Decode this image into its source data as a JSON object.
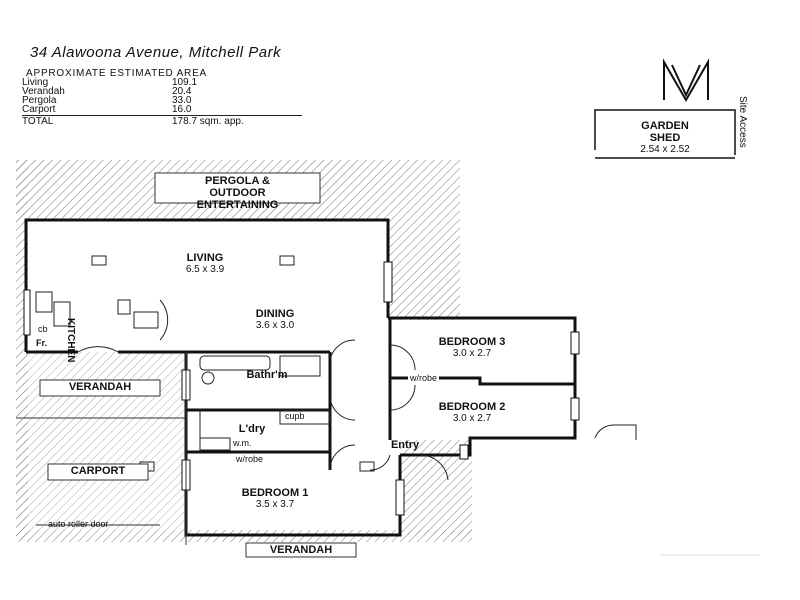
{
  "header": {
    "address": "34 Alawoona Avenue, Mitchell Park"
  },
  "areas": {
    "heading": "APPROXIMATE ESTIMATED AREA",
    "rows": [
      {
        "name": "Living",
        "value": "109.1"
      },
      {
        "name": "Verandah",
        "value": "20.4"
      },
      {
        "name": "Pergola",
        "value": "33.0"
      },
      {
        "name": "Carport",
        "value": "16.0"
      }
    ],
    "total_label": "TOTAL",
    "total_value": "178.7 sqm. app."
  },
  "outbuilding": {
    "shed_line1": "GARDEN",
    "shed_line2": "SHED",
    "shed_dims": "2.54 x 2.52",
    "site_access": "Site Access"
  },
  "rooms": {
    "pergola_line1": "PERGOLA &",
    "pergola_line2": "OUTDOOR",
    "pergola_line3": "ENTERTAINING",
    "living": "LIVING",
    "living_dims": "6.5 x 3.9",
    "dining": "DINING",
    "dining_dims": "3.6 x 3.0",
    "kitchen": "KITCHEN",
    "fridge": "Fr.",
    "cb": "cb",
    "verandah_side": "VERANDAH",
    "carport": "CARPORT",
    "roller_door": "auto roller door",
    "bathroom": "Bathr'm",
    "laundry": "L'dry",
    "wm": "w.m.",
    "cupb": "cupb",
    "wrobe_hall": "w/robe",
    "bedroom1": "BEDROOM 1",
    "bedroom1_dims": "3.5 x 3.7",
    "bedroom2": "BEDROOM 2",
    "bedroom2_dims": "3.0 x 2.7",
    "bedroom3": "BEDROOM 3",
    "bedroom3_dims": "3.0 x 2.7",
    "wrobe_bed": "w/robe",
    "entry": "Entry",
    "verandah_front": "VERANDAH"
  }
}
